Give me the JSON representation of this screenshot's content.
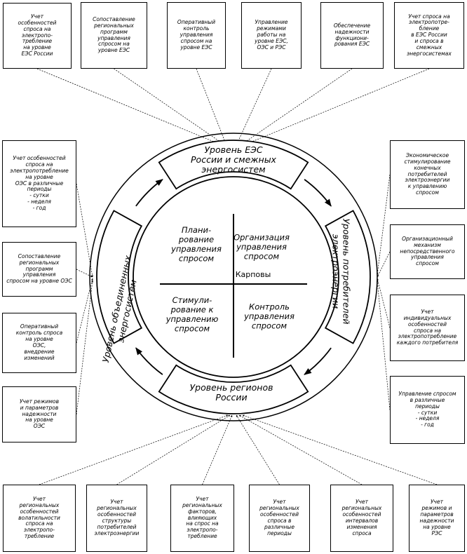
{
  "top_boxes": [
    "Учет\nособенностей\nспроса на\nэлектропо-\nтребление\nна уровне\nЕЭС России",
    "Сопоставление\nрегиональных\nпрограмм\nуправления\nспросом на\nуровне ЕЭС",
    "Оперативный\nконтроль\nуправления\nспросом на\nуровне ЕЭС",
    "Управление\nрежимами\nработы на\nуровне ЕЭС,\nОЭС и РЭС",
    "Обеспечение\nнадежности\nфункциони-\nрования ЕЭС",
    "Учет спроса на\nэлектропотре-\nбление\nв ЕЭС России\nи спроса в\nсмежных\nэнергосистемах"
  ],
  "left_boxes": [
    "Учет особенностей\nспроса на\nэлектропотребление\nна уровне\nОЭС в различные\nпериоды\n- сутки\n- неделя\n- год",
    "Сопоставление\nрегиональных\nпрограмм\nуправления\nспросом на уровне ОЭС",
    "Оперативный\nконтроль спроса\nна уровне\nОЭС,\nвнедрение\nизменений",
    "Учет режимов\nи параметров\nнадежности\nна уровне\nОЭС"
  ],
  "right_boxes": [
    "Экономическое\nстимулирование\nконечных\nпотребителей\nэлектроэнергии\nк управлению\nспросом",
    "Организационный\nмеханизм\nнепосредственного\nуправления\nспросом",
    "Учет\nиндивидуальных\nособенностей\nспроса на\nэлектропотребление\nкаждого потребителя",
    "Управление спросом\nв различные\nпериоды\n- сутки\n- неделя\n- год"
  ],
  "bottom_boxes": [
    "Учет\nрегиональных\nособенностей\nволатильности\nспроса на\nэлектропо-\nтребление",
    "Учет\nрегиональных\nособенностей\nструктуры\nпотребителей\nэлектроэнергии",
    "Учет\nрегиональных\nфакторов,\nвлияющих\nна спрос на\nэлектропо-\nтребление",
    "Учет\nрегиональных\nособенностей\nспроса в\nразличные\nпериоды",
    "Учет\nрегиональных\nособенностей\nинтервалов\nизменения\nспроса",
    "Учет\nрежимов и\nпараметров\nнадежности\nна уровне\nРЭС"
  ],
  "levels": {
    "top": [
      "Уровень ЕЭС",
      "России и смежных",
      "энергосистем"
    ],
    "right": [
      "Уровень потребителей",
      "электроэнергии"
    ],
    "bottom": [
      "Уровень регионов",
      "России"
    ],
    "left": [
      "Уровень объединенных",
      "энергосистем"
    ]
  },
  "quadrants": {
    "tl": [
      "Плани-",
      "рование",
      "управления",
      "спросом"
    ],
    "tr": [
      "Организация",
      "управления",
      "спросом"
    ],
    "bl": [
      "Стимули-",
      "рование к",
      "управлению",
      "спросом"
    ],
    "br": [
      "Контроль",
      "управления",
      "спросом"
    ]
  },
  "center_label": "Карповы"
}
